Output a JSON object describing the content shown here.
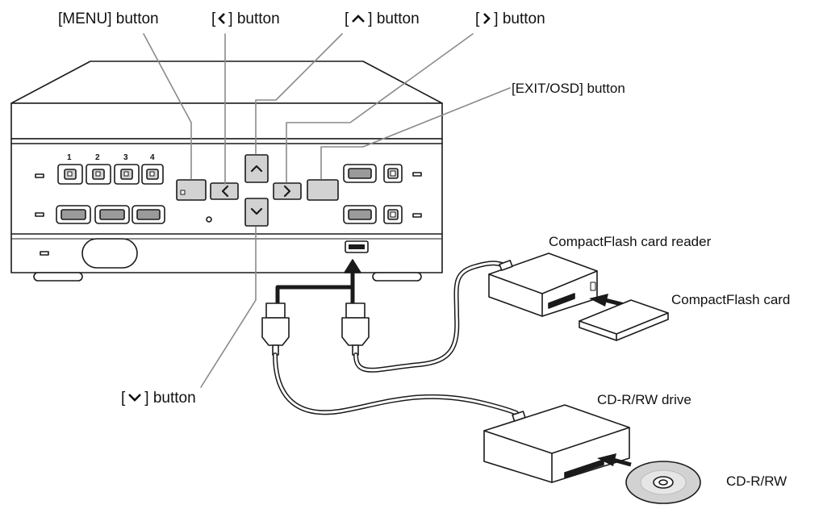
{
  "labels": {
    "menu": "[MENU] button",
    "left": "[",
    "left_suffix": "] button",
    "up": "[",
    "up_suffix": "] button",
    "right": "[",
    "right_suffix": "] button",
    "exit": "[EXIT/OSD] button",
    "down": "[",
    "down_suffix": "] button",
    "cf_reader": "CompactFlash card reader",
    "cf_card": "CompactFlash card",
    "cd_drive": "CD-R/RW drive",
    "cd_disc": "CD-R/RW"
  },
  "channel_numbers": [
    "1",
    "2",
    "3",
    "4"
  ],
  "icons": {
    "left": "chevron-left-icon",
    "up": "chevron-up-icon",
    "right": "chevron-right-icon",
    "down": "chevron-down-icon"
  },
  "colors": {
    "line": "#1a1a1a",
    "leader": "#8a8a8a",
    "button_fill": "#d2d2d2",
    "dark_button": "#9a9a9a"
  }
}
